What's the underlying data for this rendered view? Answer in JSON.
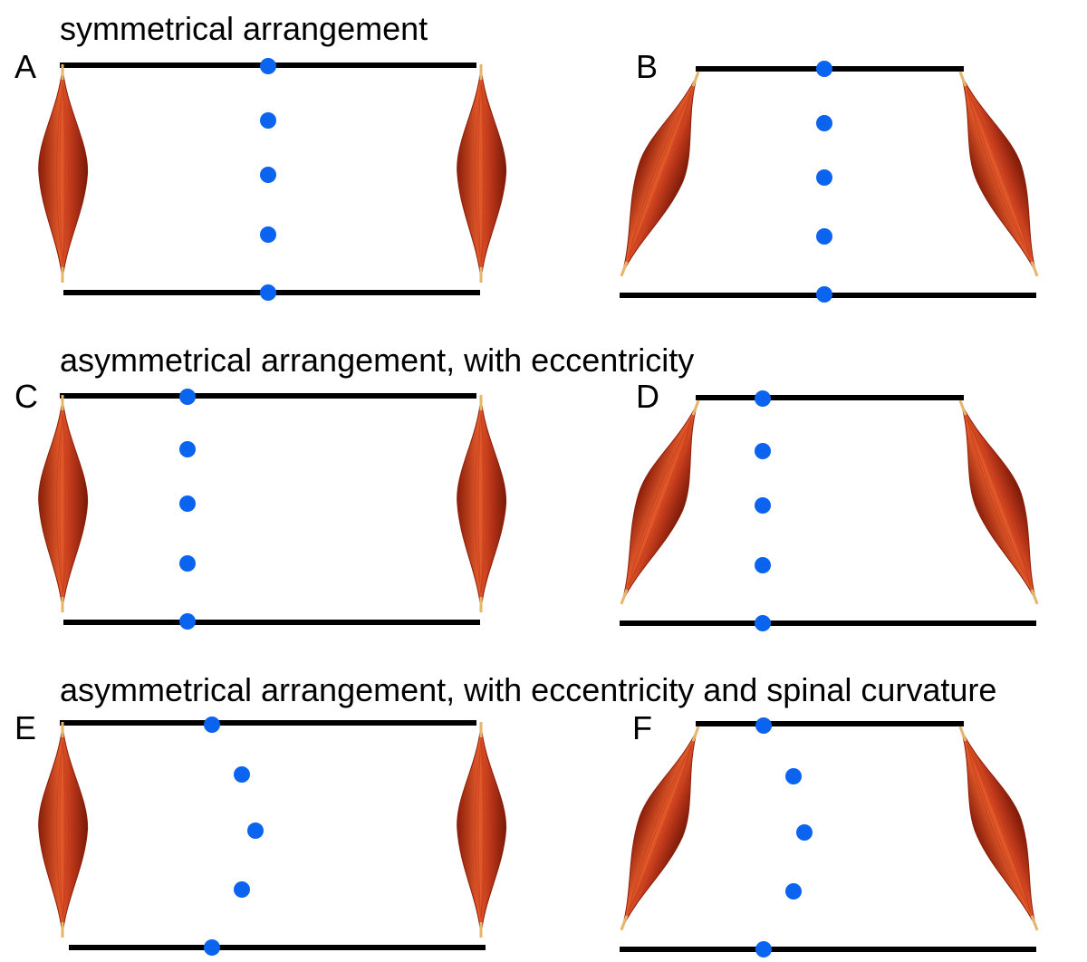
{
  "sections": [
    {
      "title": "symmetrical arrangement"
    },
    {
      "title": "asymmetrical arrangement, with eccentricity"
    },
    {
      "title": "asymmetrical arrangement, with eccentricity and spinal curvature"
    }
  ],
  "panels": [
    {
      "label": "A",
      "muscle_style": "vertical",
      "dot_offsets": [
        0,
        0,
        0,
        0,
        0
      ]
    },
    {
      "label": "B",
      "muscle_style": "tilted",
      "dot_offsets": [
        0,
        0,
        0,
        0,
        0
      ]
    },
    {
      "label": "C",
      "muscle_style": "vertical",
      "dot_offsets": [
        0,
        0,
        0,
        0,
        0
      ]
    },
    {
      "label": "D",
      "muscle_style": "tilted",
      "dot_offsets": [
        0,
        0,
        0,
        0,
        0
      ]
    },
    {
      "label": "E",
      "muscle_style": "vertical",
      "dot_offsets": [
        0,
        33,
        48,
        33,
        0
      ]
    },
    {
      "label": "F",
      "muscle_style": "tilted",
      "dot_offsets": [
        0,
        33,
        45,
        33,
        0
      ]
    }
  ],
  "colors": {
    "bar": "#000000",
    "vertebra_dot": "#0a64f0",
    "muscle_dark": "#8a1e0a",
    "muscle_mid": "#c0391b",
    "muscle_light": "#e35a2a",
    "tendon": "#e7b56a"
  }
}
